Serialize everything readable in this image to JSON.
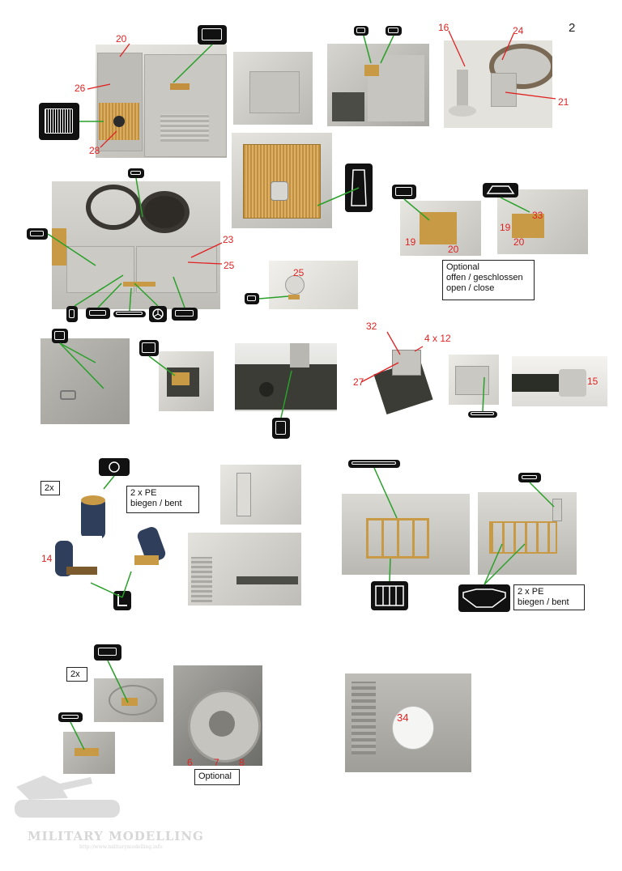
{
  "page_number": "2",
  "labels": {
    "n20a": "20",
    "n26": "26",
    "n28": "28",
    "n16": "16",
    "n24": "24",
    "n21": "21",
    "n23": "23",
    "n25a": "25",
    "n25b": "25",
    "n19a": "19",
    "n20b": "20",
    "n33": "33",
    "n19b": "19",
    "n20c": "20",
    "n32": "32",
    "n4x12": "4 x 12",
    "n27": "27",
    "n15": "15",
    "n14": "14",
    "n34": "34",
    "n6": "6",
    "n7": "7",
    "n8": "8"
  },
  "notes": {
    "optional_open_close": [
      "Optional",
      "offen / geschlossen",
      "open / close"
    ],
    "x2a": "2x",
    "pe_bent_a": [
      "2 x PE",
      "biegen / bent"
    ],
    "pe_bent_b": [
      "2 x PE",
      "biegen / bent"
    ],
    "x2b": "2x",
    "optional": "Optional"
  },
  "watermark": {
    "title": "MILITARY MODELLING",
    "url": "http://www.militarymodelling.info"
  },
  "colors": {
    "arrow_green": "#2aa02a",
    "callout_red": "#e02222",
    "resin_grey": "#c9c8c2",
    "brass": "#c99a45",
    "dark_hull": "#3b3d36"
  }
}
